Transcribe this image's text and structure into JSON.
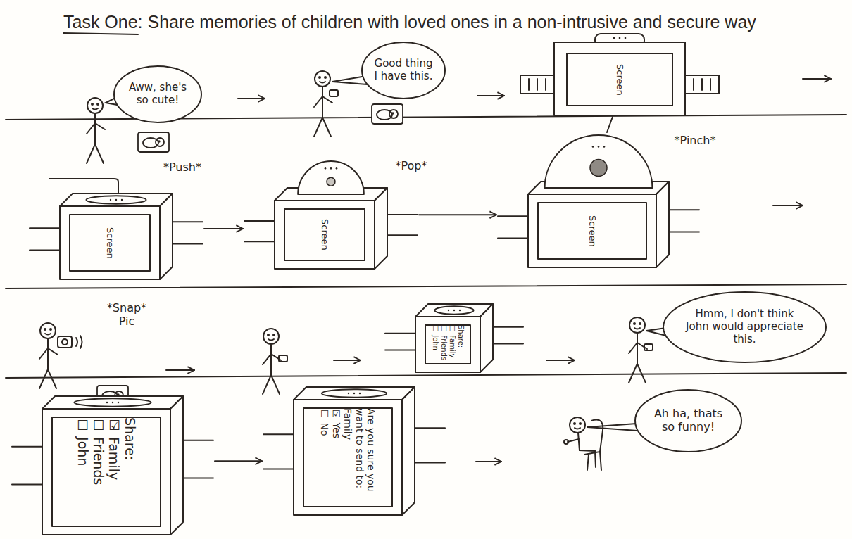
{
  "diagram": {
    "title": "Task One: Share memories of children with loved ones in a non-intrusive and secure way",
    "nodes": [
      {
        "text": [
          "Aww, she's so cute!"
        ]
      },
      {
        "text": [
          "Good thing I have this."
        ]
      },
      {
        "text": [
          "Screen"
        ]
      },
      {
        "text": [
          "Screen"
        ]
      },
      {
        "text": [
          "Screen"
        ]
      },
      {
        "text": [
          "Screen"
        ]
      },
      {
        "text": [
          "Share:",
          "☐ Family",
          "☐ Friends",
          "☐ John"
        ]
      },
      {
        "text": [
          "Hmm, I don't think John would appreciate this."
        ]
      },
      {
        "text": [
          "Share:",
          "☑ Family",
          "☐ Friends",
          "☐ John"
        ]
      },
      {
        "text": [
          "Are you sure you want to send to: Family",
          "☑ Yes",
          "☐ No"
        ]
      },
      {
        "text": [
          "Ah ha, thats so funny!"
        ]
      }
    ],
    "edges": [
      {
        "from": 3,
        "to": 4,
        "arrow": "to"
      },
      {
        "from": 4,
        "to": 5,
        "arrow": "to"
      },
      {
        "from": 8,
        "to": 9,
        "arrow": "to"
      }
    ],
    "labels": [
      "*Push*",
      "*Pop*",
      "*Pinch*",
      "*Snap* Pic"
    ]
  }
}
